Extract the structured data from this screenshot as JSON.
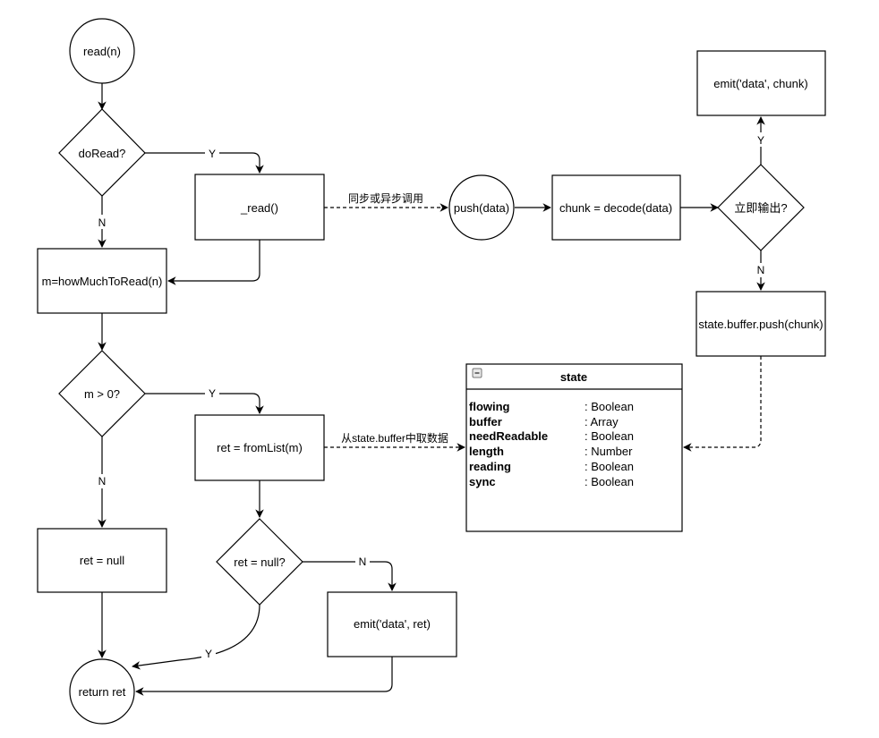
{
  "nodes": {
    "read_n": "read(n)",
    "do_read": "doRead?",
    "read_fn": "_read()",
    "how_much": "m=howMuchToRead(n)",
    "m_gt_zero": "m > 0?",
    "ret_null_box": "ret = null",
    "from_list": "ret = fromList(m)",
    "ret_null_q": "ret = null?",
    "emit_ret": "emit('data', ret)",
    "return_ret": "return ret",
    "push_data": "push(data)",
    "decode": "chunk = decode(data)",
    "immediate": "立即输出?",
    "emit_chunk": "emit('data', chunk)",
    "buffer_push": "state.buffer.push(chunk)"
  },
  "edge_labels": {
    "do_read_yes": "Y",
    "do_read_no": "N",
    "sync_async": "同步或异步调用",
    "m_yes": "Y",
    "m_no": "N",
    "from_buffer": "从state.buffer中取数据",
    "null_no": "N",
    "null_yes": "Y",
    "immediate_yes": "Y",
    "immediate_no": "N"
  },
  "state_box": {
    "title": "state",
    "collapse_icon": "minus-square-icon",
    "fields": [
      {
        "name": "flowing",
        "type": ": Boolean"
      },
      {
        "name": "buffer",
        "type": ": Array"
      },
      {
        "name": "needReadable",
        "type": ": Boolean"
      },
      {
        "name": "length",
        "type": ": Number"
      },
      {
        "name": "reading",
        "type": ": Boolean"
      },
      {
        "name": "sync",
        "type": ": Boolean"
      }
    ]
  },
  "colors": {
    "stroke": "#000000",
    "background": "#ffffff"
  }
}
